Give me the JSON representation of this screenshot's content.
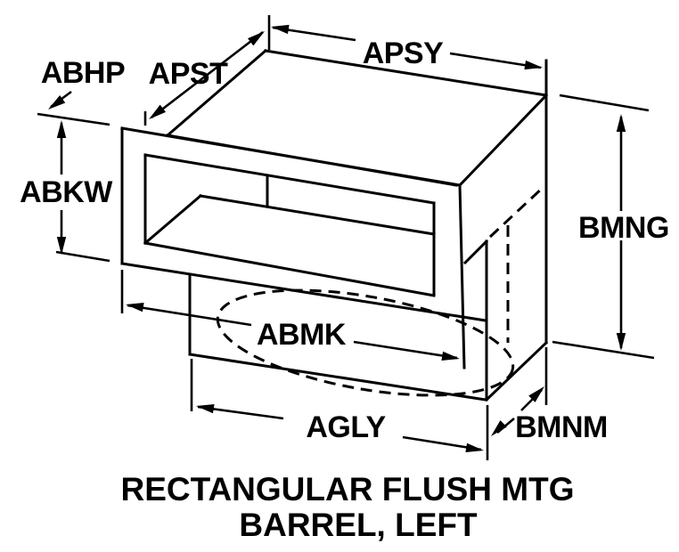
{
  "figure": {
    "title_line1": "RECTANGULAR FLUSH MTG",
    "title_line2": "BARREL, LEFT",
    "colors": {
      "line": "#000000",
      "background": "#ffffff"
    },
    "dimension_labels": {
      "abhp": "ABHP",
      "apst": "APST",
      "apsy": "APSY",
      "abkw": "ABKW",
      "bmng": "BMNG",
      "abmk": "ABMK",
      "agly": "AGLY",
      "bmnm": "BMNM"
    }
  }
}
